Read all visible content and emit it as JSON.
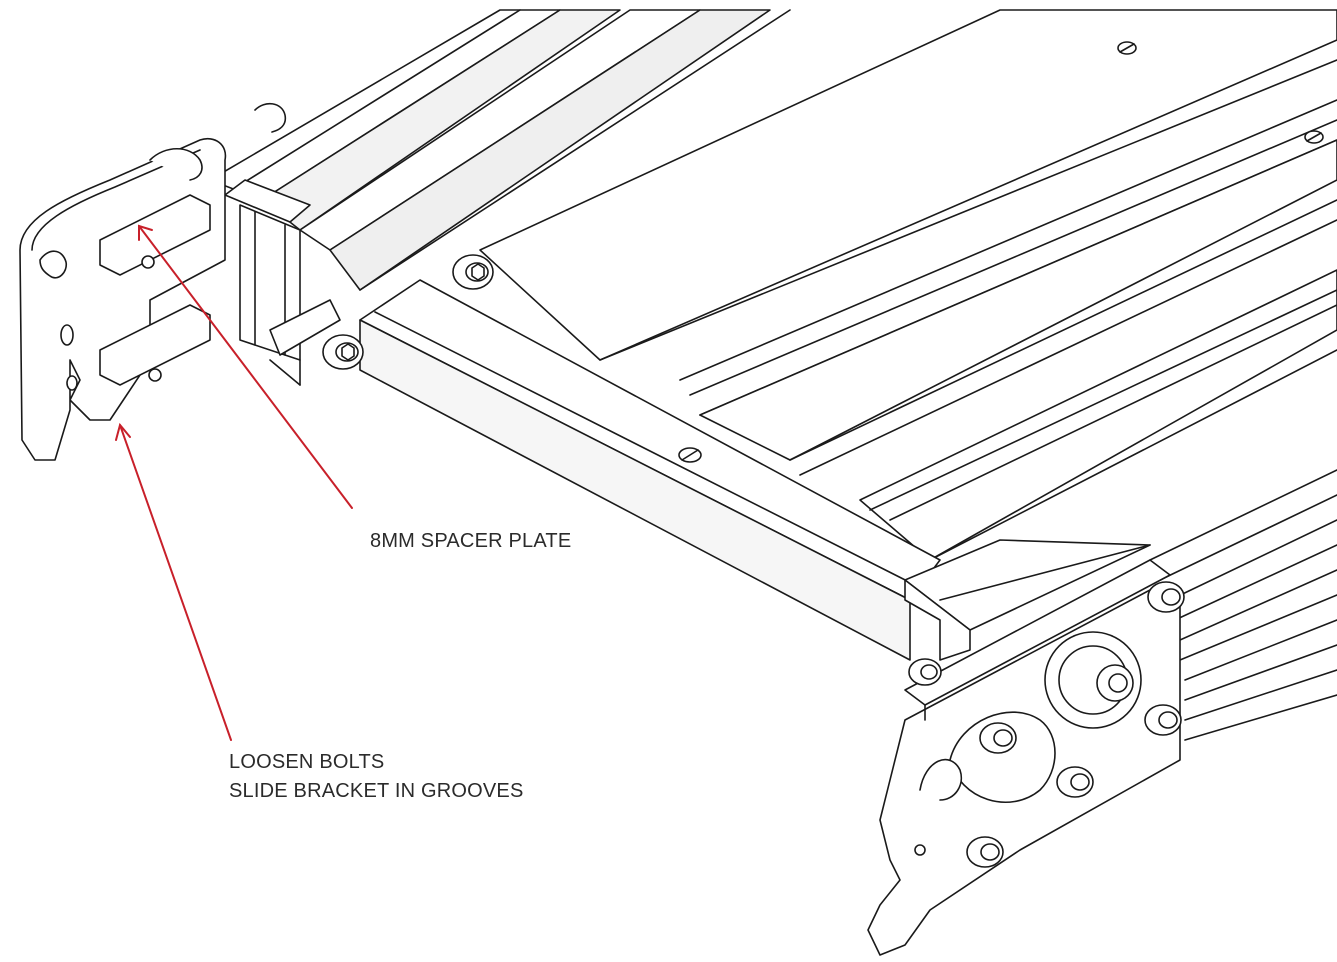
{
  "annotations": {
    "spacer_plate": "8MM SPACER PLATE",
    "loosen_line1": "LOOSEN BOLTS",
    "loosen_line2": "SLIDE BRACKET IN GROOVES"
  },
  "colors": {
    "callout_arrow": "#c8202a",
    "line_art": "#1a1a1a",
    "face_fill": "#ffffff",
    "shade_fill": "#e4e4e4"
  }
}
